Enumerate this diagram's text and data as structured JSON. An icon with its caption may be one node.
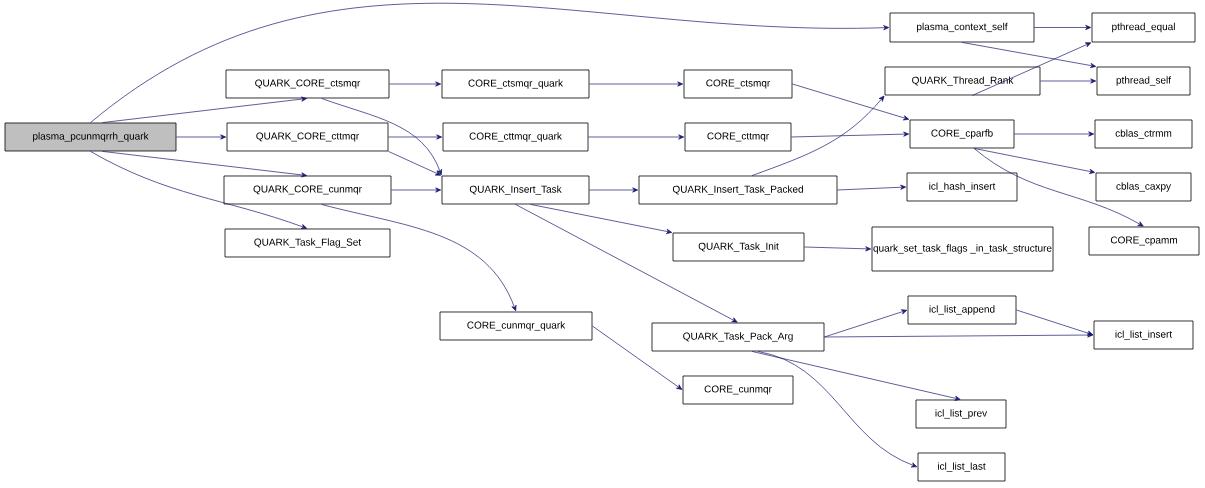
{
  "diagram": {
    "nodes": [
      {
        "text": [
          "plasma_pcunmqrrh_quark"
        ]
      },
      {
        "text": [
          "plasma_context_self"
        ]
      },
      {
        "text": [
          "QUARK_CORE_ctsmqr"
        ]
      },
      {
        "text": [
          "QUARK_CORE_cttmqr"
        ]
      },
      {
        "text": [
          "QUARK_CORE_cunmqr"
        ]
      },
      {
        "text": [
          "QUARK_Task_Flag_Set"
        ]
      },
      {
        "text": [
          "CORE_ctsmqr_quark"
        ]
      },
      {
        "text": [
          "CORE_cttmqr_quark"
        ]
      },
      {
        "text": [
          "QUARK_Insert_Task"
        ]
      },
      {
        "text": [
          "CORE_cunmqr_quark"
        ]
      },
      {
        "text": [
          "CORE_ctsmqr"
        ]
      },
      {
        "text": [
          "CORE_cttmqr"
        ]
      },
      {
        "text": [
          "QUARK_Insert_Task_Packed"
        ]
      },
      {
        "text": [
          "QUARK_Task_Init"
        ]
      },
      {
        "text": [
          "QUARK_Task_Pack_Arg"
        ]
      },
      {
        "text": [
          "CORE_cunmqr"
        ]
      },
      {
        "text": [
          "QUARK_Thread_Rank"
        ]
      },
      {
        "text": [
          "pthread_equal"
        ]
      },
      {
        "text": [
          "pthread_self"
        ]
      },
      {
        "text": [
          "CORE_cparfb"
        ]
      },
      {
        "text": [
          "icl_hash_insert"
        ]
      },
      {
        "text": [
          "quark_set_task_flags _in_task_structure"
        ]
      },
      {
        "text": [
          "cblas_ctrmm"
        ]
      },
      {
        "text": [
          "cblas_caxpy"
        ]
      },
      {
        "text": [
          "CORE_cpamm"
        ]
      },
      {
        "text": [
          "icl_list_append"
        ]
      },
      {
        "text": [
          "icl_list_insert"
        ]
      },
      {
        "text": [
          "icl_list_prev"
        ]
      },
      {
        "text": [
          "icl_list_last"
        ]
      }
    ],
    "edges": [
      {
        "from": 0,
        "to": 1,
        "arrow": "to"
      },
      {
        "from": 0,
        "to": 2,
        "arrow": "to"
      },
      {
        "from": 0,
        "to": 3,
        "arrow": "to"
      },
      {
        "from": 0,
        "to": 4,
        "arrow": "to"
      },
      {
        "from": 0,
        "to": 5,
        "arrow": "to"
      },
      {
        "from": 1,
        "to": 17,
        "arrow": "to"
      },
      {
        "from": 1,
        "to": 18,
        "arrow": "to"
      },
      {
        "from": 2,
        "to": 6,
        "arrow": "to"
      },
      {
        "from": 2,
        "to": 8,
        "arrow": "to"
      },
      {
        "from": 3,
        "to": 7,
        "arrow": "to"
      },
      {
        "from": 3,
        "to": 8,
        "arrow": "to"
      },
      {
        "from": 4,
        "to": 8,
        "arrow": "to"
      },
      {
        "from": 4,
        "to": 9,
        "arrow": "to"
      },
      {
        "from": 6,
        "to": 10,
        "arrow": "to"
      },
      {
        "from": 7,
        "to": 11,
        "arrow": "to"
      },
      {
        "from": 8,
        "to": 12,
        "arrow": "to"
      },
      {
        "from": 8,
        "to": 13,
        "arrow": "to"
      },
      {
        "from": 8,
        "to": 14,
        "arrow": "to"
      },
      {
        "from": 9,
        "to": 15,
        "arrow": "to"
      },
      {
        "from": 10,
        "to": 19,
        "arrow": "to"
      },
      {
        "from": 11,
        "to": 19,
        "arrow": "to"
      },
      {
        "from": 12,
        "to": 16,
        "arrow": "to"
      },
      {
        "from": 12,
        "to": 20,
        "arrow": "to"
      },
      {
        "from": 13,
        "to": 21,
        "arrow": "to"
      },
      {
        "from": 14,
        "to": 25,
        "arrow": "to"
      },
      {
        "from": 14,
        "to": 26,
        "arrow": "to"
      },
      {
        "from": 14,
        "to": 27,
        "arrow": "to"
      },
      {
        "from": 14,
        "to": 28,
        "arrow": "to"
      },
      {
        "from": 16,
        "to": 17,
        "arrow": "to"
      },
      {
        "from": 16,
        "to": 18,
        "arrow": "to"
      },
      {
        "from": 19,
        "to": 22,
        "arrow": "to"
      },
      {
        "from": 19,
        "to": 23,
        "arrow": "to"
      },
      {
        "from": 19,
        "to": 24,
        "arrow": "to"
      },
      {
        "from": 25,
        "to": 26,
        "arrow": "to"
      }
    ]
  }
}
